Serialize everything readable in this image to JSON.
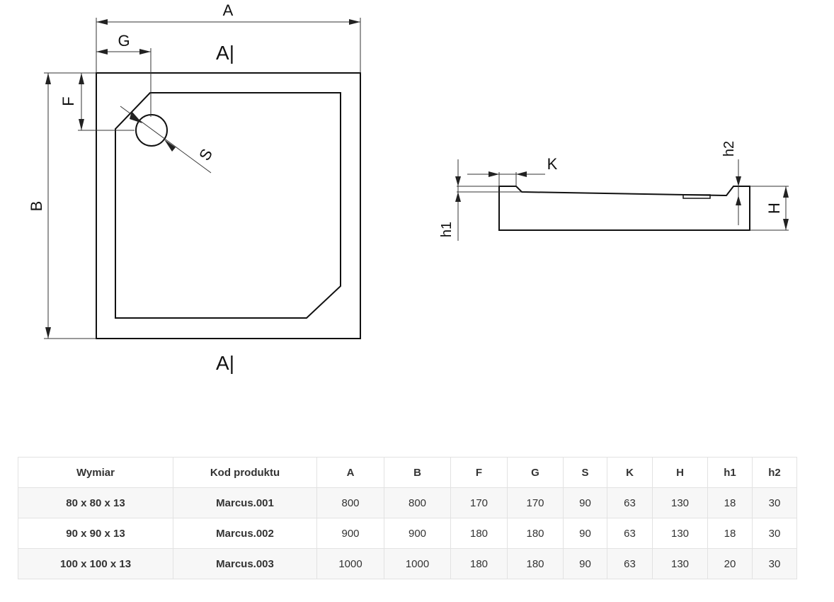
{
  "drawing": {
    "plan": {
      "A": "A",
      "B": "B",
      "F": "F",
      "G": "G",
      "S": "S",
      "section_top": "A|",
      "section_bottom": "A|"
    },
    "section": {
      "K": "K",
      "H": "H",
      "h1": "h1",
      "h2": "h2"
    }
  },
  "table": {
    "headers": [
      "Wymiar",
      "Kod produktu",
      "A",
      "B",
      "F",
      "G",
      "S",
      "K",
      "H",
      "h1",
      "h2"
    ],
    "rows": [
      [
        "80 x 80 x 13",
        "Marcus.001",
        "800",
        "800",
        "170",
        "170",
        "90",
        "63",
        "130",
        "18",
        "30"
      ],
      [
        "90 x 90 x 13",
        "Marcus.002",
        "900",
        "900",
        "180",
        "180",
        "90",
        "63",
        "130",
        "18",
        "30"
      ],
      [
        "100 x 100 x 13",
        "Marcus.003",
        "1000",
        "1000",
        "180",
        "180",
        "90",
        "63",
        "130",
        "20",
        "30"
      ]
    ]
  }
}
